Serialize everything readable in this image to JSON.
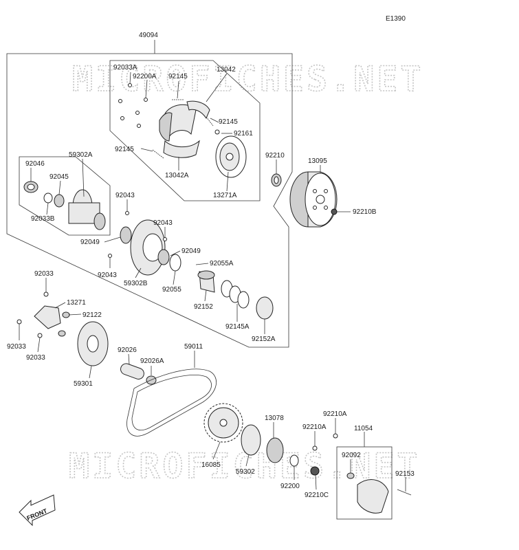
{
  "page_code": "E1390",
  "watermark": "MICROFICHES.NET",
  "front_label": "FRONT",
  "parts": {
    "p49094": "49094",
    "p92033A": "92033A",
    "p92200A": "92200A",
    "p92145_top": "92145",
    "p13042": "13042",
    "p92145_r": "92145",
    "p92161": "92161",
    "p92145_l": "92145",
    "p13042A": "13042A",
    "p13271A": "13271A",
    "p92210": "92210",
    "p13095": "13095",
    "p92210B": "92210B",
    "p92046": "92046",
    "p59302A": "59302A",
    "p92045": "92045",
    "p92033B": "92033B",
    "p92043_a": "92043",
    "p92043_b": "92043",
    "p92049_a": "92049",
    "p92049_b": "92049",
    "p92043_c": "92043",
    "p59302B": "59302B",
    "p92055A": "92055A",
    "p92055": "92055",
    "p92152": "92152",
    "p92145A": "92145A",
    "p92152A": "92152A",
    "p92033_a": "92033",
    "p13271": "13271",
    "p92122": "92122",
    "p92033_b": "92033",
    "p92033_c": "92033",
    "p92026": "92026",
    "p92026A": "92026A",
    "p59011": "59011",
    "p59301": "59301",
    "p13078": "13078",
    "p92210A_a": "92210A",
    "p92210A_b": "92210A",
    "p11054": "11054",
    "p92092": "92092",
    "p92153": "92153",
    "p16085": "16085",
    "p59302": "59302",
    "p92200": "92200",
    "p92210C": "92210C"
  }
}
